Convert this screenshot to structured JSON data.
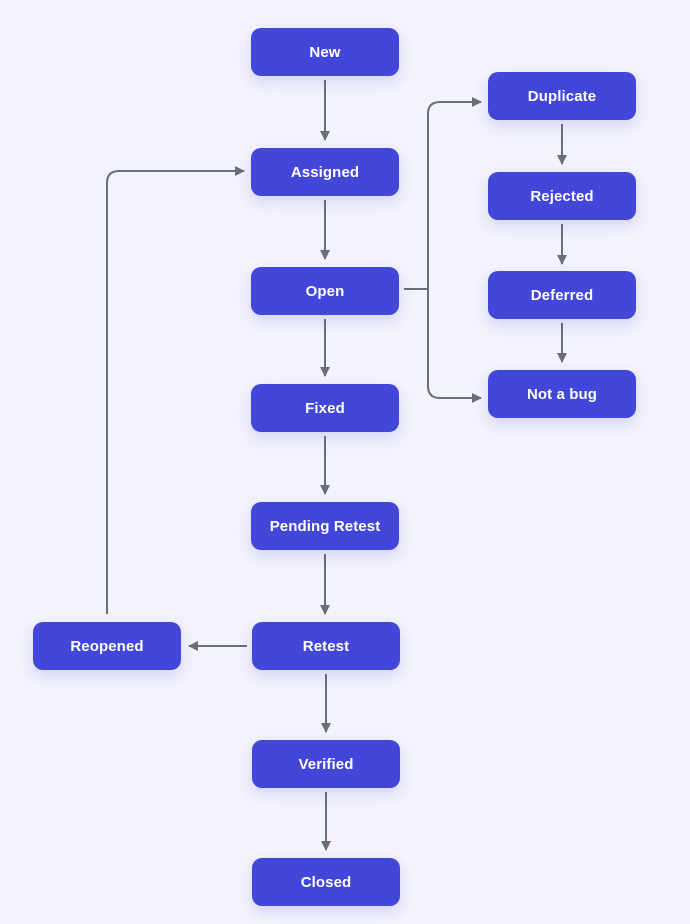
{
  "theme": {
    "background": "#f3f3fc",
    "node_fill": "#4347d9",
    "node_text": "#ffffff",
    "connector": "#6b6e78"
  },
  "states": {
    "new": "New",
    "assigned": "Assigned",
    "open": "Open",
    "fixed": "Fixed",
    "pending_retest": "Pending Retest",
    "retest": "Retest",
    "verified": "Verified",
    "closed": "Closed",
    "reopened": "Reopened",
    "duplicate": "Duplicate",
    "rejected": "Rejected",
    "deferred": "Deferred",
    "not_a_bug": "Not a bug"
  },
  "transitions": [
    {
      "from": "new",
      "to": "assigned"
    },
    {
      "from": "assigned",
      "to": "open"
    },
    {
      "from": "open",
      "to": "fixed"
    },
    {
      "from": "fixed",
      "to": "pending_retest"
    },
    {
      "from": "pending_retest",
      "to": "retest"
    },
    {
      "from": "retest",
      "to": "verified"
    },
    {
      "from": "verified",
      "to": "closed"
    },
    {
      "from": "retest",
      "to": "reopened"
    },
    {
      "from": "reopened",
      "to": "assigned"
    },
    {
      "from": "open",
      "to": "duplicate"
    },
    {
      "from": "open",
      "to": "not_a_bug"
    },
    {
      "from": "duplicate",
      "to": "rejected"
    },
    {
      "from": "rejected",
      "to": "deferred"
    },
    {
      "from": "deferred",
      "to": "not_a_bug"
    }
  ]
}
